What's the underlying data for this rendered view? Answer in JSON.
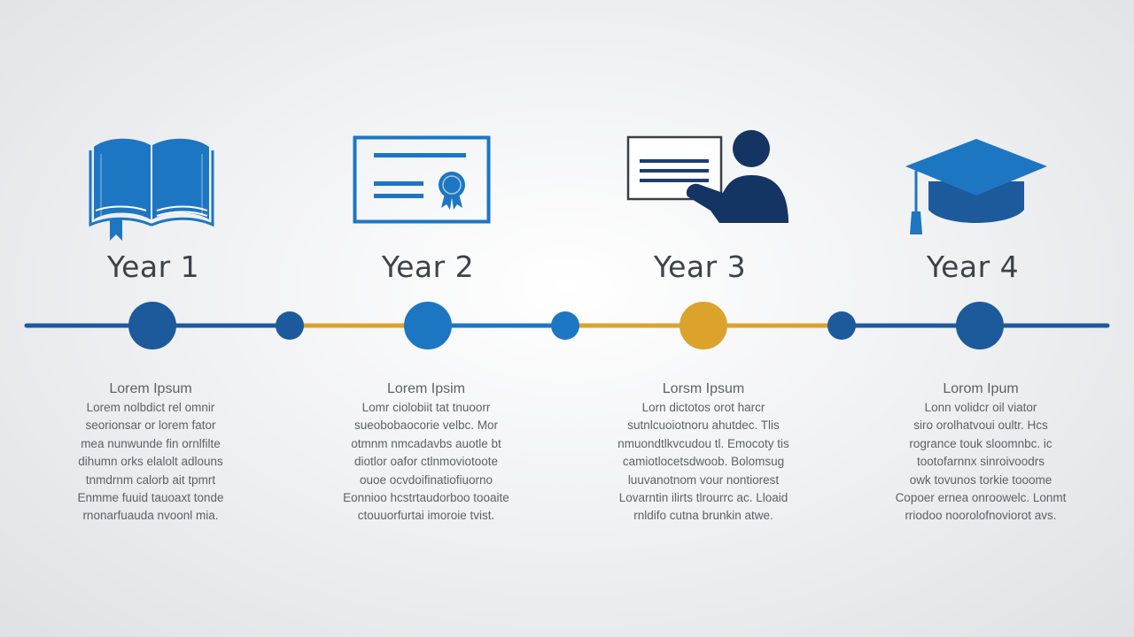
{
  "colors": {
    "dark_blue": "#1c5a9c",
    "mid_blue": "#1d76c2",
    "gold": "#dba22c",
    "navy": "#122f5a",
    "text": "#3d4248"
  },
  "timeline": {
    "segment_colors": [
      "blue",
      "gold",
      "blue",
      "gold",
      "blue",
      "blue"
    ],
    "major_node_colors": [
      "dark_blue",
      "mid_blue",
      "gold",
      "dark_blue"
    ]
  },
  "steps": [
    {
      "year": "Year 1",
      "icon": "open-book-icon",
      "title": "Lorem Ipsum",
      "lines": [
        "Lorem nolbdict rel omnir",
        "seorionsar or lorem fator",
        "mea nunwunde fin ornlfilte",
        "dihumn orks elalolt adlouns",
        "tnmdrnm calorb ait tpmrt",
        "Enmme fuuid tauoaxt tonde",
        "rnonarfuauda nvoonl mia."
      ]
    },
    {
      "year": "Year 2",
      "icon": "certificate-icon",
      "title": "Lorem Ipsim",
      "lines": [
        "Lomr ciolobiit tat tnuoorr",
        "sueobobaocorie velbc. Mor",
        "otmnm nmcadavbs auotle bt",
        "diotlor oafor ctlnmoviotoote",
        "ouoe ocvdoifinatiofiuorno",
        "Eonnioo hcstrtaudorboo tooaite",
        "ctouuorfurtai imoroie tvist."
      ]
    },
    {
      "year": "Year 3",
      "icon": "presenter-icon",
      "title": "Lorsm Ipsum",
      "lines": [
        "Lorn dictotos orot harcr",
        "sutnlcuoiotnoru ahutdec. Tlis",
        "nmuondtlkvcudou tl. Emocoty tis",
        "camiotlocetsdwoob. Bolomsug",
        "luuvanotnom vour nontiorest",
        "Lovarntin ilirts tlrourrc ac. Lloaid",
        "rnldifo cutna brunkin atwe."
      ]
    },
    {
      "year": "Year 4",
      "icon": "graduation-cap-icon",
      "title": "Lorom Ipum",
      "lines": [
        "Lonn volidcr oil viator",
        "siro orolhatvoui oultr. Hcs",
        "rogrance touk sloomnbc. ic",
        "tootofarnnx sinroivoodrs",
        "owk tovunos torkie tooome",
        "Copoer ernea onroowelc. Lonmt",
        "rriodoo noorolofnoviorot avs."
      ]
    }
  ]
}
